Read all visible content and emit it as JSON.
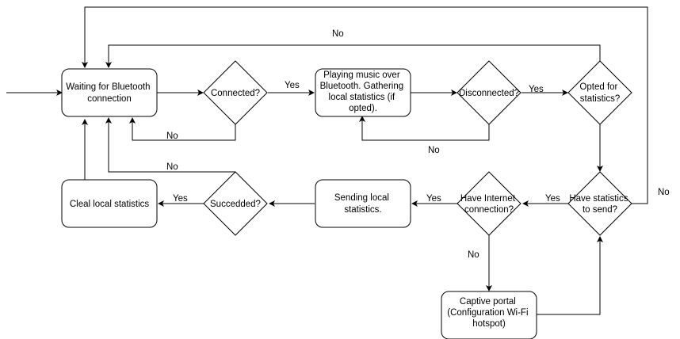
{
  "nodes": {
    "waiting": [
      "Waiting for Bluetooth",
      "connection"
    ],
    "connected": [
      "Connected?"
    ],
    "playing": [
      "Playing music over",
      "Bluetooth. Gathering",
      "local statistics (if",
      "opted)."
    ],
    "disconnected": [
      "Disconnected?"
    ],
    "opted": [
      "Opted for",
      "statistics?"
    ],
    "have_stats": [
      "Have statistics",
      "to send?"
    ],
    "have_internet": [
      "Have Internet",
      "connection?"
    ],
    "sending": [
      "Sending local",
      "statistics."
    ],
    "succeeded": [
      "Succedded?"
    ],
    "clear": [
      "Cleal local statistics"
    ],
    "captive": [
      "Captive portal",
      "(Configuration Wi-Fi",
      "hotspot)"
    ]
  },
  "edge_labels": {
    "yes": "Yes",
    "no": "No"
  }
}
